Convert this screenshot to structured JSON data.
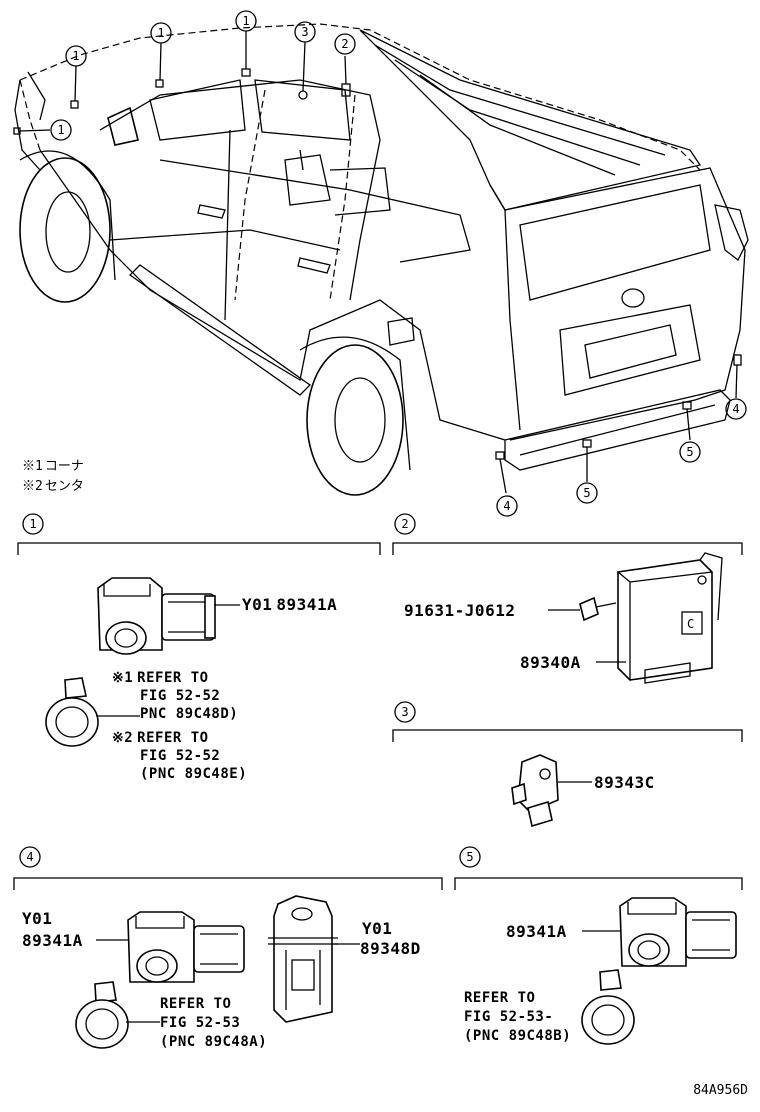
{
  "legend": [
    {
      "mark": "※1",
      "text": "コーナ"
    },
    {
      "mark": "※2",
      "text": "センタ"
    }
  ],
  "callouts": [
    "1",
    "1",
    "1",
    "1",
    "3",
    "2",
    "4",
    "4",
    "5",
    "5"
  ],
  "sections": {
    "s1": {
      "number": "1",
      "sensor_prefix": "Y01",
      "sensor_part": "89341A",
      "notes": [
        {
          "mark": "※1",
          "line1": "REFER TO",
          "line2": "FIG 52-52",
          "line3": "PNC 89C48D)"
        },
        {
          "mark": "※2",
          "line1": "REFER TO",
          "line2": "FIG 52-52",
          "line3": "(PNC 89C48E)"
        }
      ]
    },
    "s2": {
      "number": "2",
      "bolt_part": "91631-J0612",
      "ecu_part": "89340A",
      "ecu_marking": "C"
    },
    "s3": {
      "number": "3",
      "part": "89343C"
    },
    "s4": {
      "number": "4",
      "sensor_prefix": "Y01",
      "sensor_part": "89341A",
      "bracket_prefix": "Y01",
      "bracket_part": "89348D",
      "note": {
        "line1": "REFER TO",
        "line2": "FIG 52-53",
        "line3": "(PNC 89C48A)"
      }
    },
    "s5": {
      "number": "5",
      "sensor_part": "89341A",
      "note": {
        "line1": "REFER TO",
        "line2": "FIG 52-53-",
        "line3": "(PNC 89C48B)"
      }
    }
  },
  "figure_code": "84A956D"
}
